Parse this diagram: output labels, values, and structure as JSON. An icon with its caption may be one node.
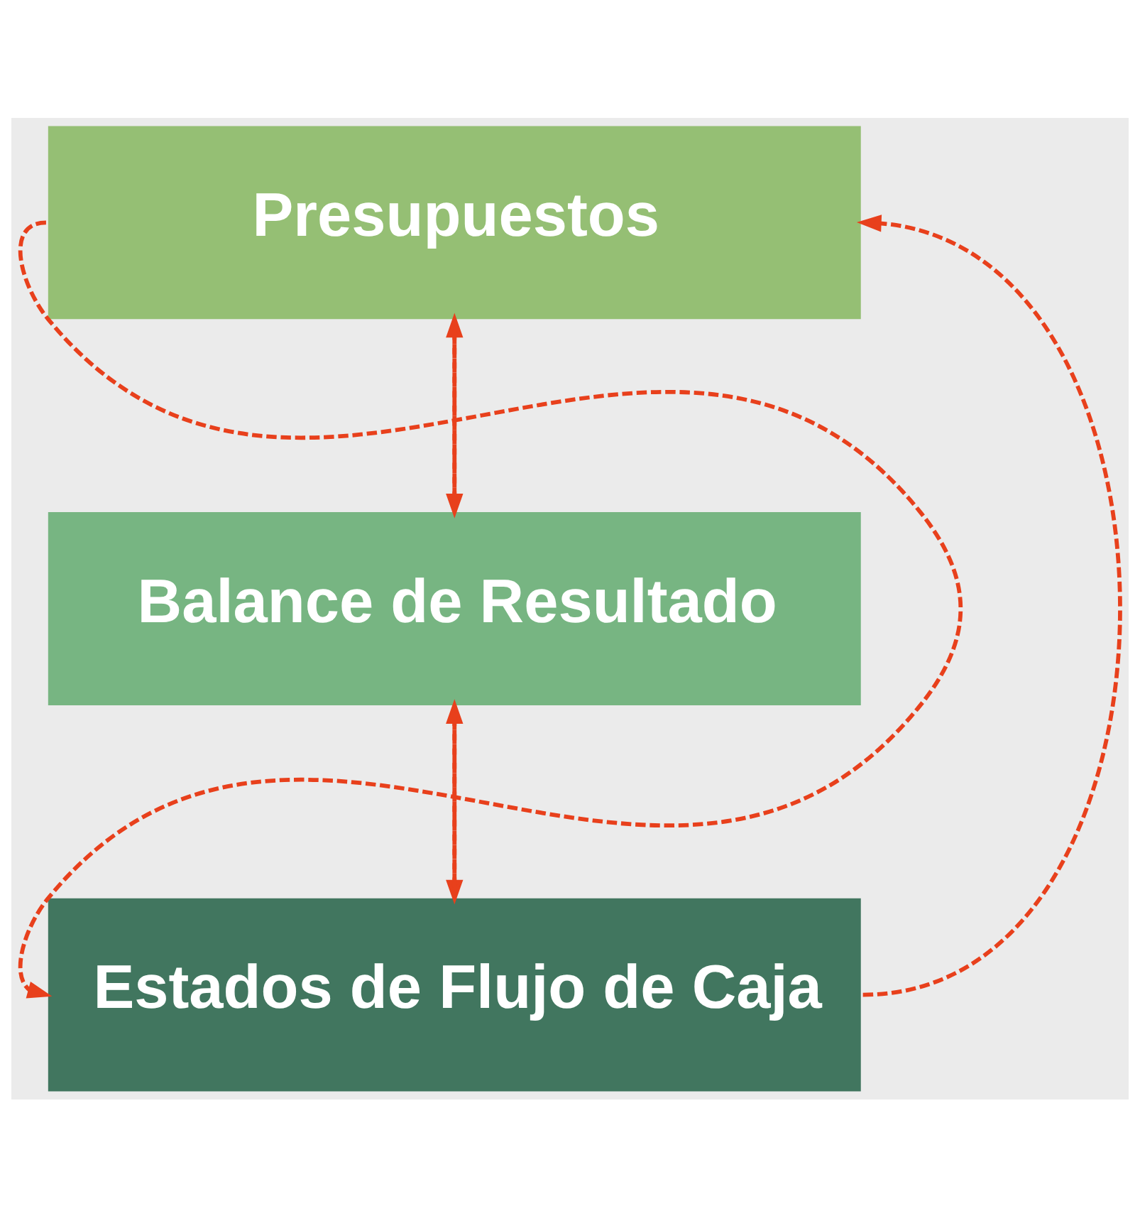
{
  "diagram": {
    "nodes": [
      {
        "text": [
          "Presupuestos"
        ]
      },
      {
        "text": [
          "Balance de Resultado"
        ]
      },
      {
        "text": [
          "Estados de Flujo de Caja"
        ]
      }
    ],
    "edges": [
      {
        "from": 1,
        "to": 0,
        "arrow": "to",
        "style": "dashed"
      },
      {
        "from": 0,
        "to": 1,
        "arrow": "to",
        "style": "dashed"
      },
      {
        "from": 1,
        "to": 2,
        "arrow": "to",
        "style": "dashed"
      },
      {
        "from": 2,
        "to": 1,
        "arrow": "to",
        "style": "dashed"
      },
      {
        "from": 0,
        "to": 2,
        "arrow": "to",
        "style": "dashed"
      },
      {
        "from": 2,
        "to": 0,
        "arrow": "to",
        "style": "dashed"
      }
    ]
  }
}
